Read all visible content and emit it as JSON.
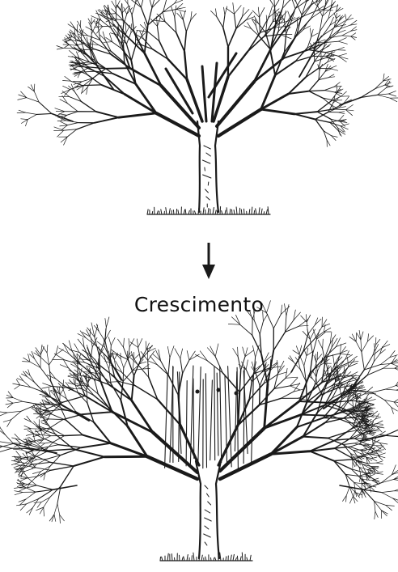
{
  "diagram": {
    "caption": "Crescimento",
    "stroke_color": "#1a1a1a",
    "top_tree": {
      "state": "pruned",
      "subject": "tree"
    },
    "arrow": {
      "direction": "down"
    },
    "bottom_tree": {
      "state": "grown",
      "subject": "tree",
      "has_water_sprouts": true
    }
  }
}
